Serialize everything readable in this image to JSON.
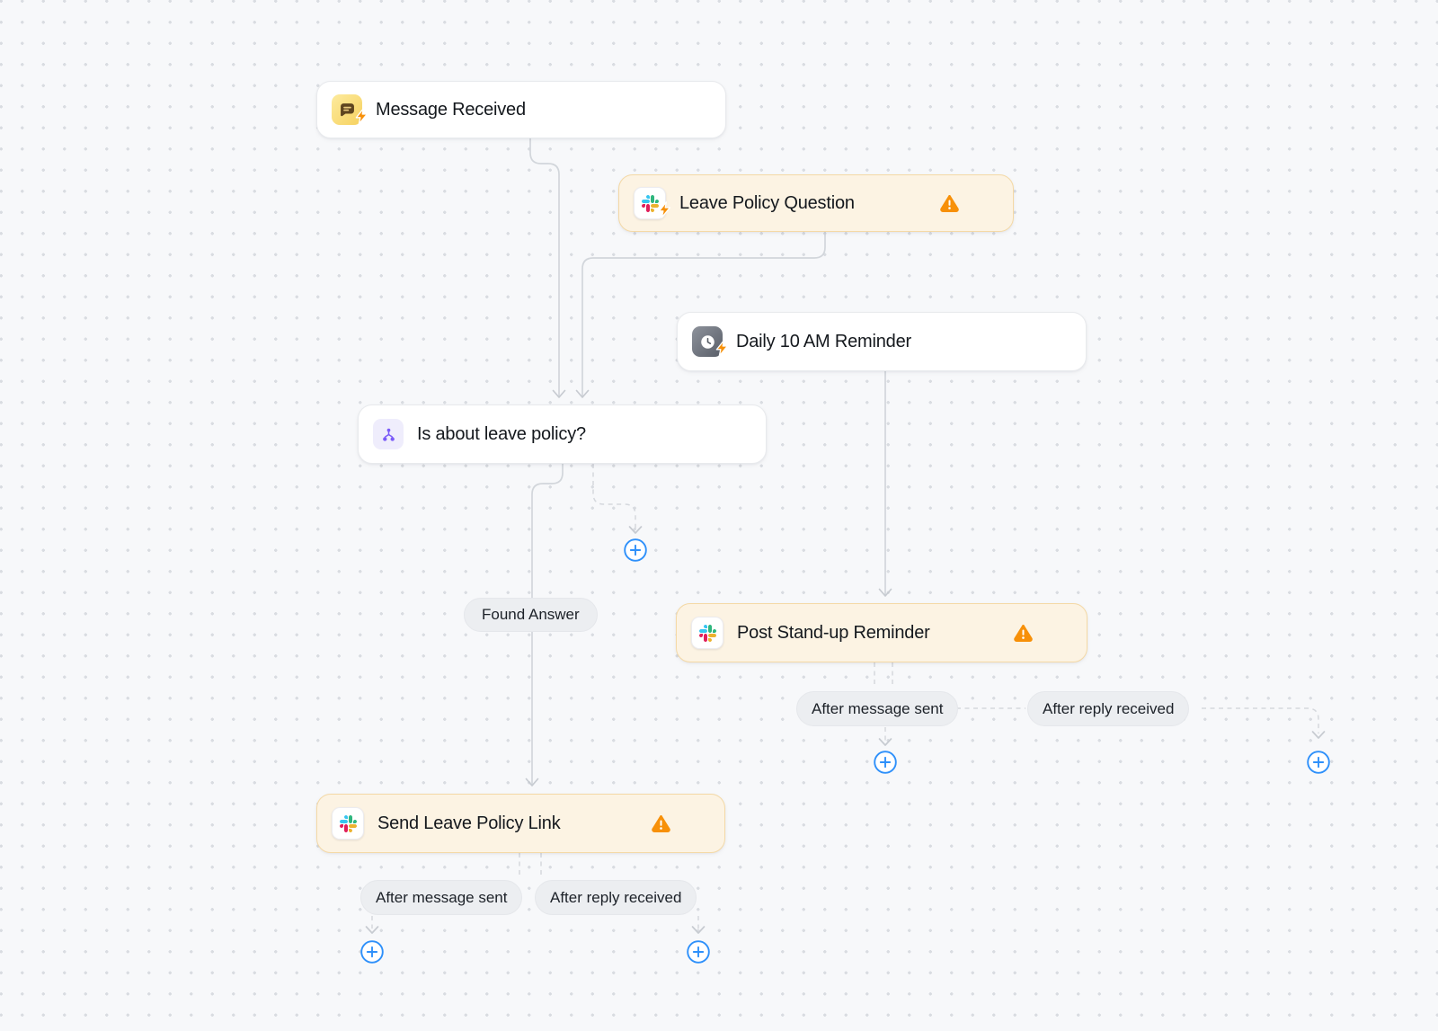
{
  "canvas": {
    "background": "#f7f8fa",
    "dot_color": "#d9dce1"
  },
  "nodes": {
    "message_received": {
      "label": "Message Received",
      "state": "normal",
      "icon": "message-trigger-icon"
    },
    "leave_policy_question": {
      "label": "Leave Policy Question",
      "state": "warning",
      "icon": "slack-trigger-icon"
    },
    "daily_10am_reminder": {
      "label": "Daily 10 AM Reminder",
      "state": "normal",
      "icon": "clock-trigger-icon"
    },
    "is_about_leave_policy": {
      "label": "Is about leave policy?",
      "state": "normal",
      "icon": "branch-icon"
    },
    "post_standup_reminder": {
      "label": "Post Stand-up Reminder",
      "state": "warning",
      "icon": "slack-icon"
    },
    "send_leave_policy_link": {
      "label": "Send Leave Policy Link",
      "state": "warning",
      "icon": "slack-icon"
    }
  },
  "edge_labels": {
    "found_answer": "Found Answer",
    "post_after_message_sent": "After message sent",
    "post_after_reply_received": "After reply received",
    "send_after_message_sent": "After message sent",
    "send_after_reply_received": "After reply received"
  },
  "icons": {
    "warning": "warning-triangle-icon",
    "add": "plus-circle-icon",
    "bolt": "lightning-bolt-icon",
    "add_glyph": "+"
  },
  "colors": {
    "accent_blue": "#2E90FA",
    "warning_orange": "#F79009",
    "warning_node_bg": "#FCF3E3",
    "warning_node_border": "#F4D9A6",
    "connector_gray": "#D2D6DB",
    "slack_blue": "#36C5F0",
    "slack_green": "#2EB67D",
    "slack_red": "#E01E5A",
    "slack_yellow": "#ECB22E"
  }
}
